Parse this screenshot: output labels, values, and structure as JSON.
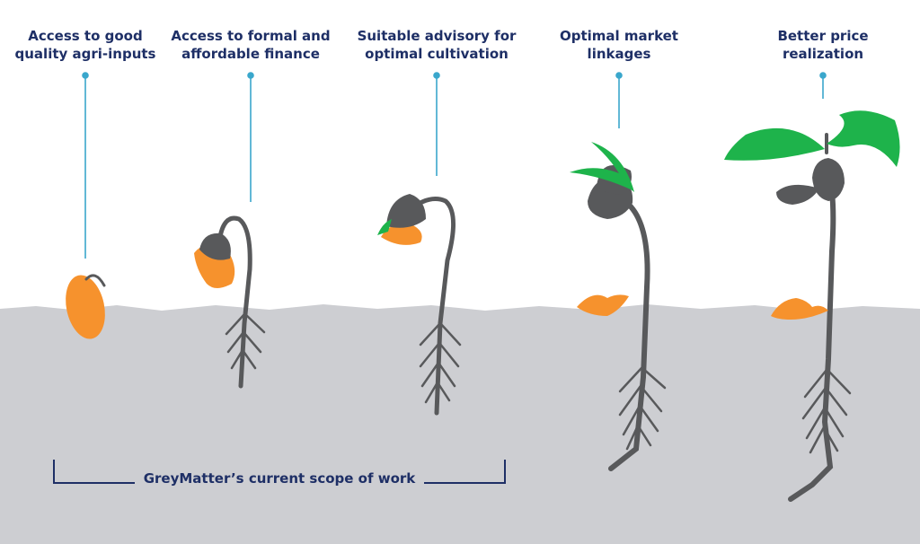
{
  "stages": [
    {
      "line1": "Access to good",
      "line2": "quality agri-inputs"
    },
    {
      "line1": "Access to formal and",
      "line2": "affordable finance"
    },
    {
      "line1": "Suitable advisory for",
      "line2": "optimal cultivation"
    },
    {
      "line1": "Optimal market",
      "line2": "linkages"
    },
    {
      "line1": "Better price",
      "line2": "realization"
    }
  ],
  "scope": {
    "label": "GreyMatter’s current scope of work"
  },
  "colors": {
    "heading": "#1e2f66",
    "connector": "#3aa7cc",
    "soil": "#cdced2",
    "seed": "#f6922d",
    "stem": "#58595b",
    "leaf": "#1eb34b"
  }
}
